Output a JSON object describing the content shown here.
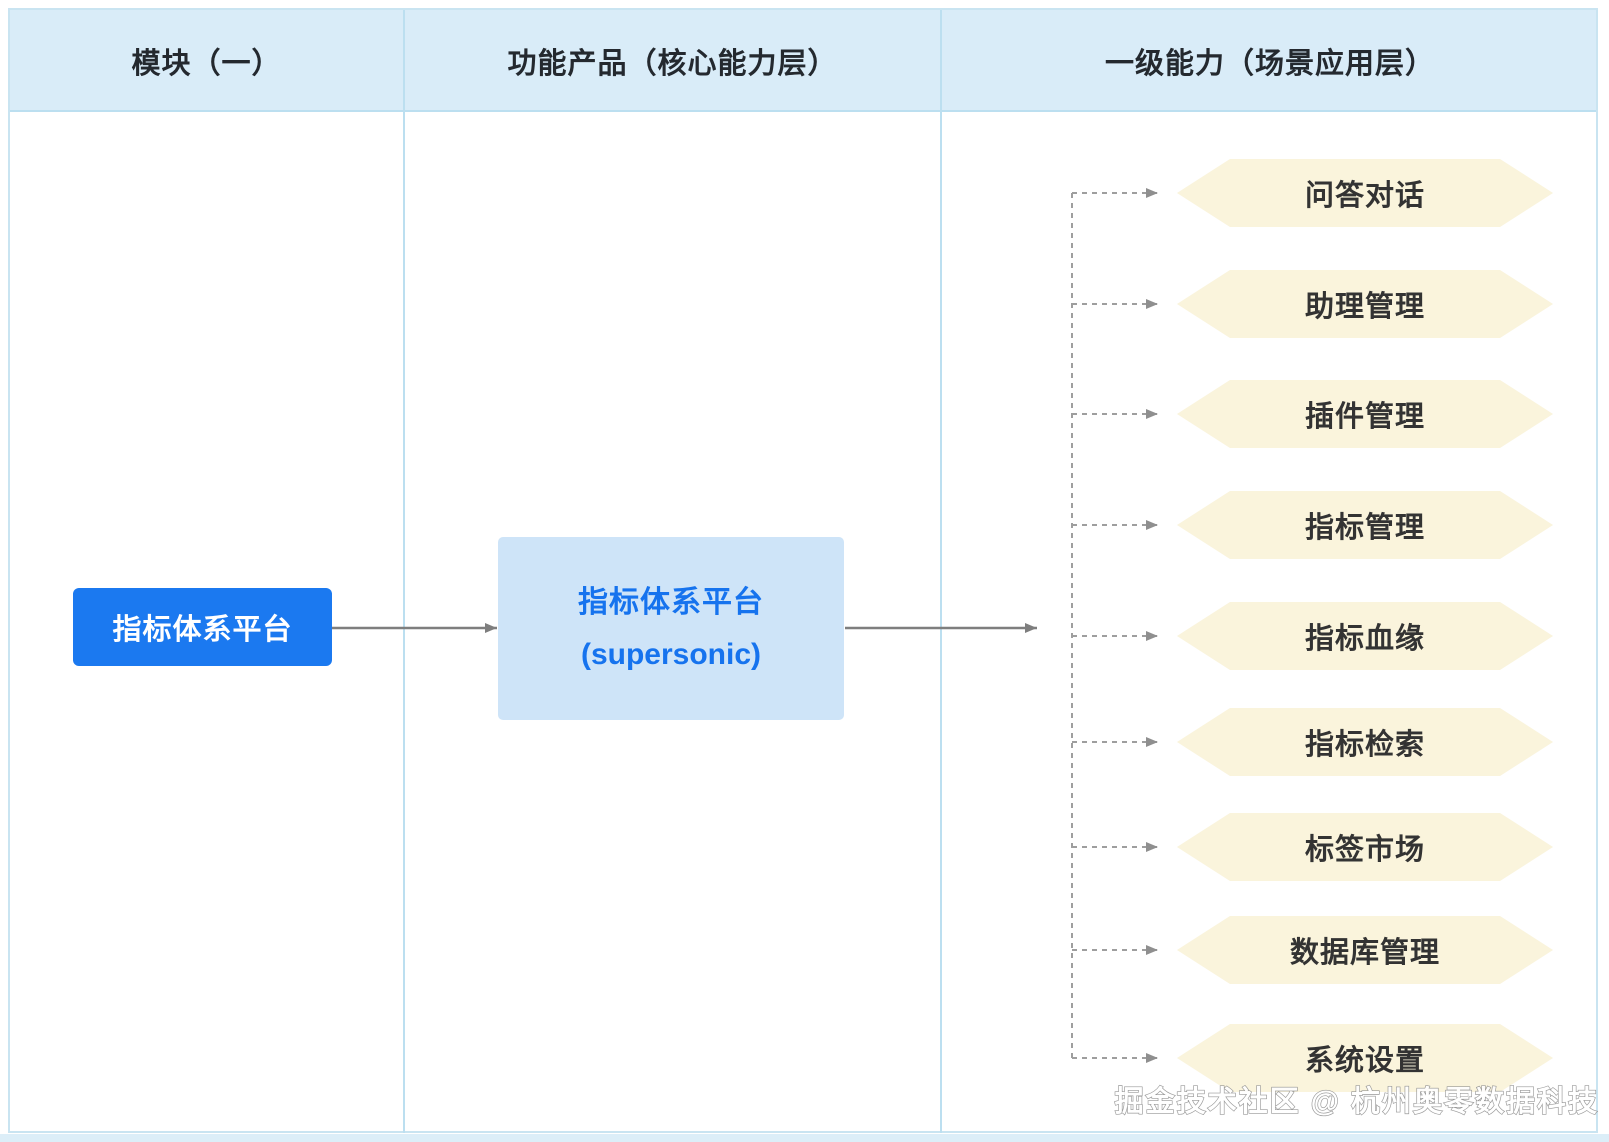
{
  "columns": [
    {
      "header": "模块（一）"
    },
    {
      "header": "功能产品（核心能力层）"
    },
    {
      "header": "一级能力（场景应用层）"
    }
  ],
  "module": {
    "label": "指标体系平台"
  },
  "product": {
    "title": "指标体系平台",
    "subtitle": "(supersonic)"
  },
  "capabilities": {
    "items": [
      {
        "label": "问答对话"
      },
      {
        "label": "助理管理"
      },
      {
        "label": "插件管理"
      },
      {
        "label": "指标管理"
      },
      {
        "label": "指标血缘"
      },
      {
        "label": "指标检索"
      },
      {
        "label": "标签市场"
      },
      {
        "label": "数据库管理"
      },
      {
        "label": "系统设置"
      }
    ]
  },
  "watermark": {
    "text": "掘金技术社区 @ 杭州奥零数据科技"
  },
  "colors": {
    "accent_blue": "#1b79f0",
    "product_fill": "#cee4f8",
    "product_text": "#1673ee",
    "header_fill": "#d9ecf8",
    "frame_border": "#c9e4f1",
    "divider": "#bcdff0",
    "hexagon_fill": "#faf4dc",
    "hexagon_text": "#333333",
    "solid_arrow": "#7e7e7e",
    "dashed_connector": "#9e9e9e"
  }
}
